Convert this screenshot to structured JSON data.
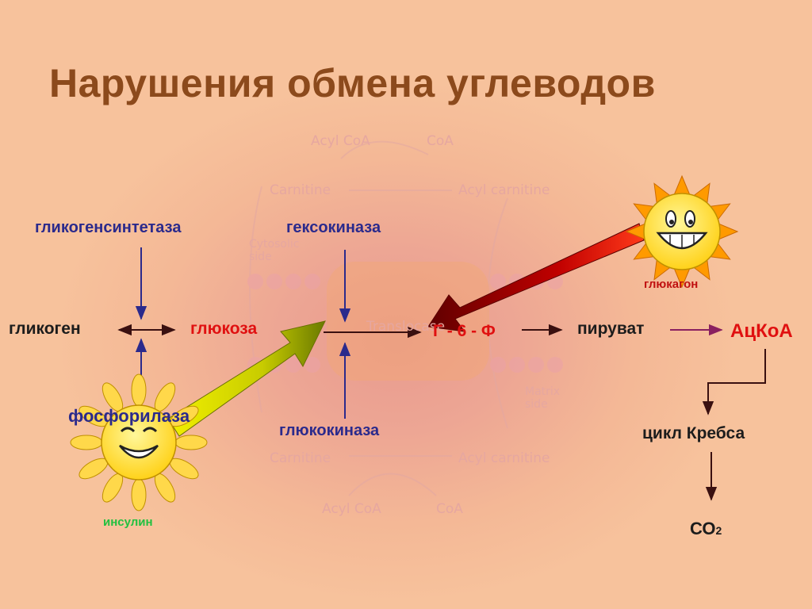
{
  "title": "Нарушения обмена углеводов",
  "enzymes": {
    "glycogen_synthase": "гликогенсинтетаза",
    "hexokinase": "гексокиназа",
    "phosphorylase": "фосфорилаза",
    "glucokinase": "глюкокиназа"
  },
  "metabolites": {
    "glycogen": "гликоген",
    "glucose": "глюкоза",
    "g6p": "Г - 6 - Ф",
    "pyruvate": "пируват",
    "acetyl_coa": "АцКоА",
    "krebs_cycle": "цикл Кребса",
    "co2": "СО",
    "co2_subscript": "2"
  },
  "hormones": {
    "glucagon": "глюкагон",
    "insulin": "инсулин"
  },
  "background_watermark": {
    "acyl_coa_top": "Acyl CoA",
    "coa_top": "CoA",
    "carnitine_top": "Carnitine",
    "acyl_carnitine_top": "Acyl carnitine",
    "cytosolic_side": [
      "Cytosolic",
      "side"
    ],
    "translocase": "Translocase",
    "matrix_side": [
      "Matrix",
      "side"
    ],
    "carnitine_bottom": "Carnitine",
    "acyl_carnitine_bottom": "Acyl carnitine",
    "acyl_coa_bottom": "Acyl CoA",
    "coa_bottom": "CoA"
  },
  "colors": {
    "title": "#8c4a1c",
    "enzyme": "#2b2a8c",
    "metabolite": "#1c1c1c",
    "highlight": "#e01010",
    "insulin_label": "#22c040",
    "glucagon_arrow": "#c00000",
    "insulin_arrow": "#c8d000"
  }
}
